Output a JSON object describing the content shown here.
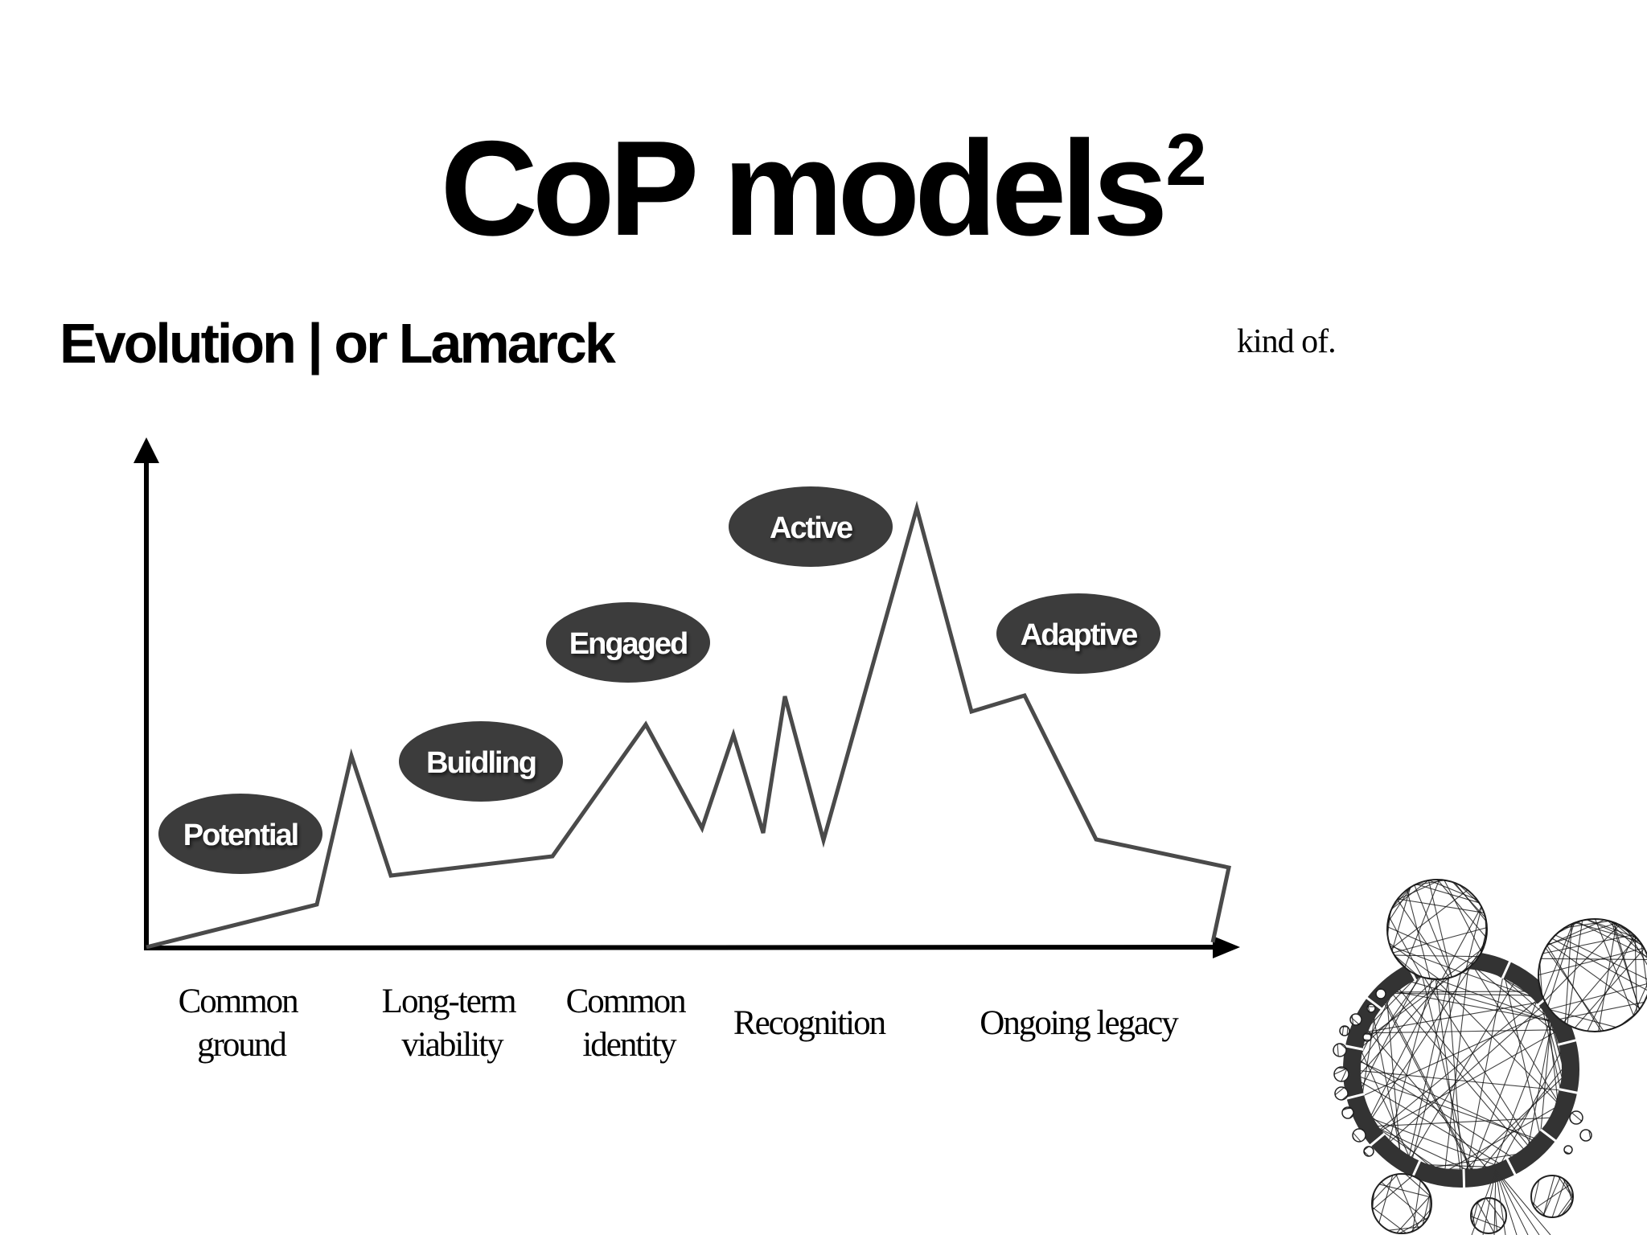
{
  "slide": {
    "title": "CoP models",
    "title_superscript": "2",
    "subtitle": "Evolution | or Lamarck",
    "aside_note": "kind of."
  },
  "diagram": {
    "stages": [
      {
        "id": "potential",
        "label": "Potential"
      },
      {
        "id": "building",
        "label": "Buidling"
      },
      {
        "id": "engaged",
        "label": "Engaged"
      },
      {
        "id": "active",
        "label": "Active"
      },
      {
        "id": "adaptive",
        "label": "Adaptive"
      }
    ],
    "x_axis_labels": [
      {
        "id": "common-ground",
        "lines": [
          "Common",
          "ground"
        ]
      },
      {
        "id": "long-term-viability",
        "lines": [
          "Long-term",
          "viability"
        ]
      },
      {
        "id": "common-identity",
        "lines": [
          "Common",
          "identity"
        ]
      },
      {
        "id": "recognition",
        "lines": [
          "Recognition"
        ]
      },
      {
        "id": "ongoing-legacy",
        "lines": [
          "Ongoing legacy"
        ]
      }
    ],
    "colors": {
      "bubble_fill": "#3c3c3c",
      "bubble_text": "#ffffff",
      "curve_stroke": "#4a4a4a",
      "axis": "#000000"
    },
    "decoration": "network-circle-graph"
  }
}
